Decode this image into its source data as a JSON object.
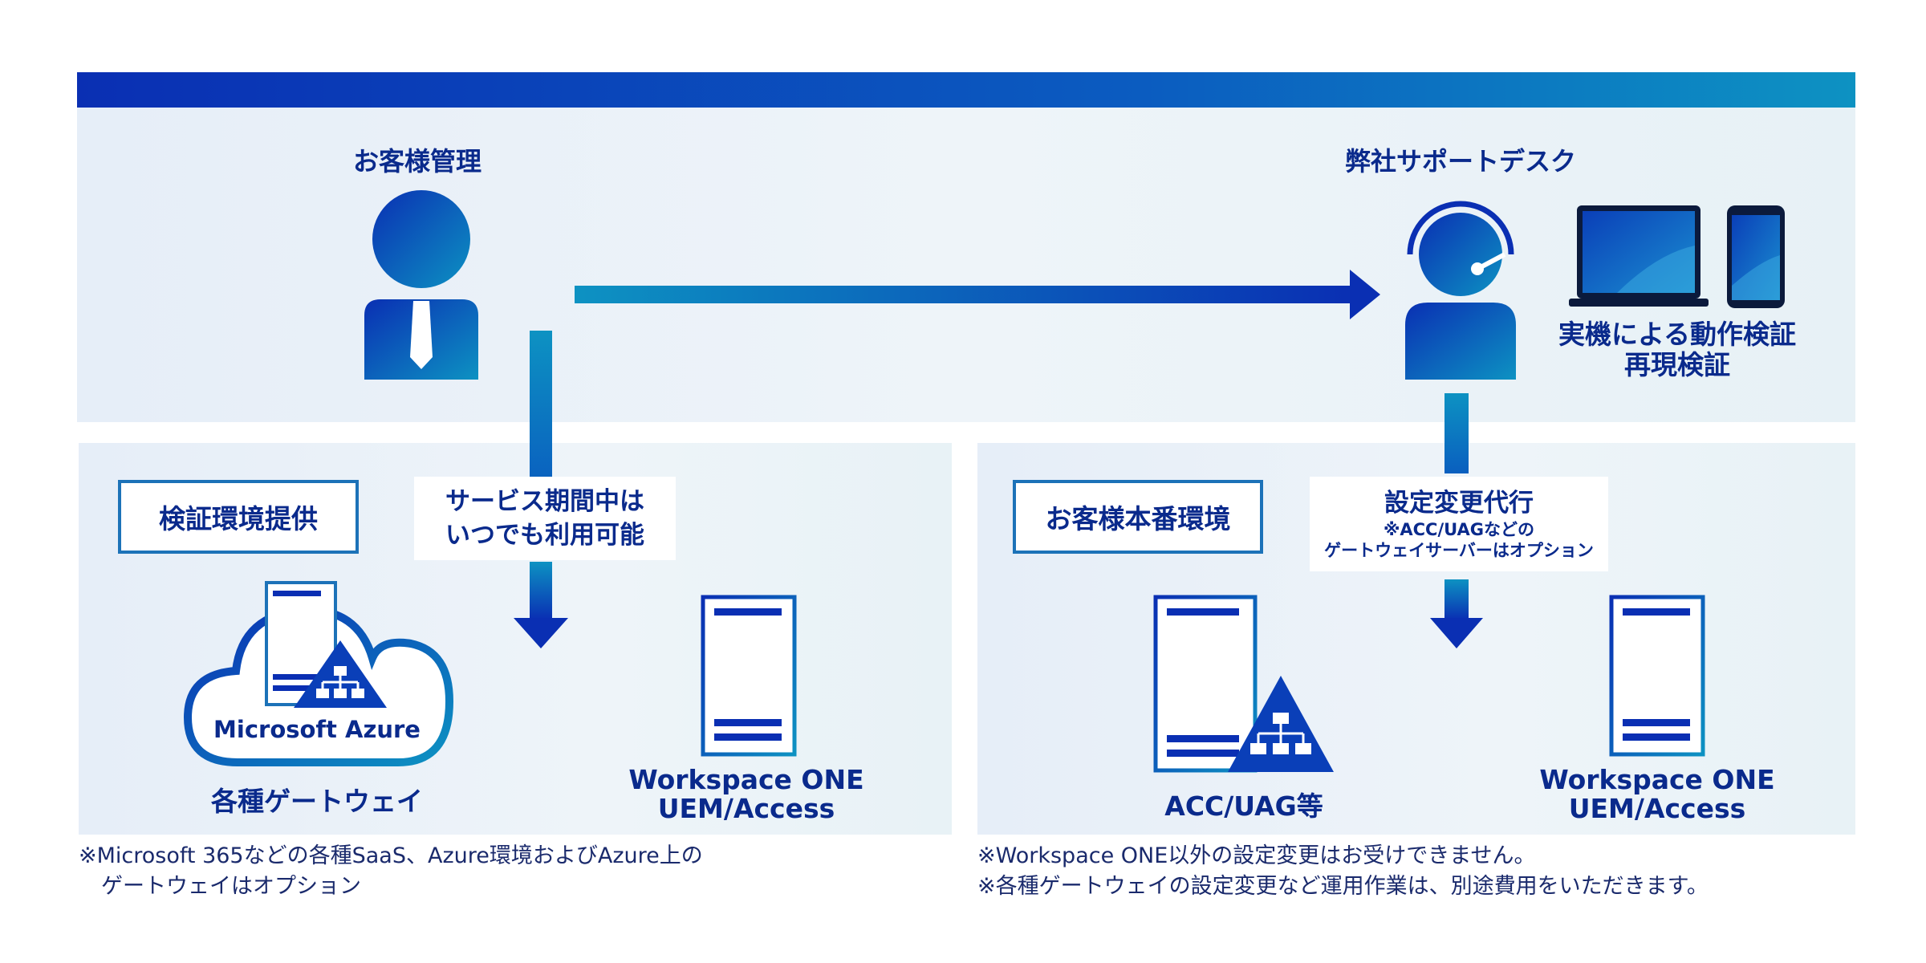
{
  "header": {
    "customer_admin": "お客様管理",
    "support_desk": "弊社サポートデスク",
    "device_caption_line1": "実機による動作検証",
    "device_caption_line2": "再現検証"
  },
  "left_panel": {
    "title": "検証環境提供",
    "service_line1": "サービス期間中は",
    "service_line2": "いつでも利用可能",
    "cloud_label": "Microsoft Azure",
    "gateway_label": "各種ゲートウェイ",
    "workspace_line1": "Workspace ONE",
    "workspace_line2": "UEM/Access",
    "note_line1": "※Microsoft 365などの各種SaaS、Azure環境およびAzure上の",
    "note_line2": "ゲートウェイはオプション"
  },
  "right_panel": {
    "title": "お客様本番環境",
    "settings_title": "設定変更代行",
    "settings_sub1": "※ACC/UAGなどの",
    "settings_sub2": "ゲートウェイサーバーはオプション",
    "acc_label": "ACC/UAG等",
    "workspace_line1": "Workspace ONE",
    "workspace_line2": "UEM/Access",
    "note_line1": "※Workspace ONE以外の設定変更はお受けできません。",
    "note_line2": "※各種ゲートウェイの設定変更など運用作業は、別途費用をいただきます。"
  },
  "colors": {
    "deep_blue": "#0a2fb3",
    "teal": "#0d92c2",
    "text_navy": "#0a2a8c"
  },
  "icons": [
    "person-icon",
    "tie-icon",
    "support-agent-icon",
    "headset-icon",
    "laptop-icon",
    "smartphone-icon",
    "server-icon",
    "cloud-icon",
    "network-triangle-icon",
    "arrow-right-icon",
    "arrow-down-icon"
  ]
}
